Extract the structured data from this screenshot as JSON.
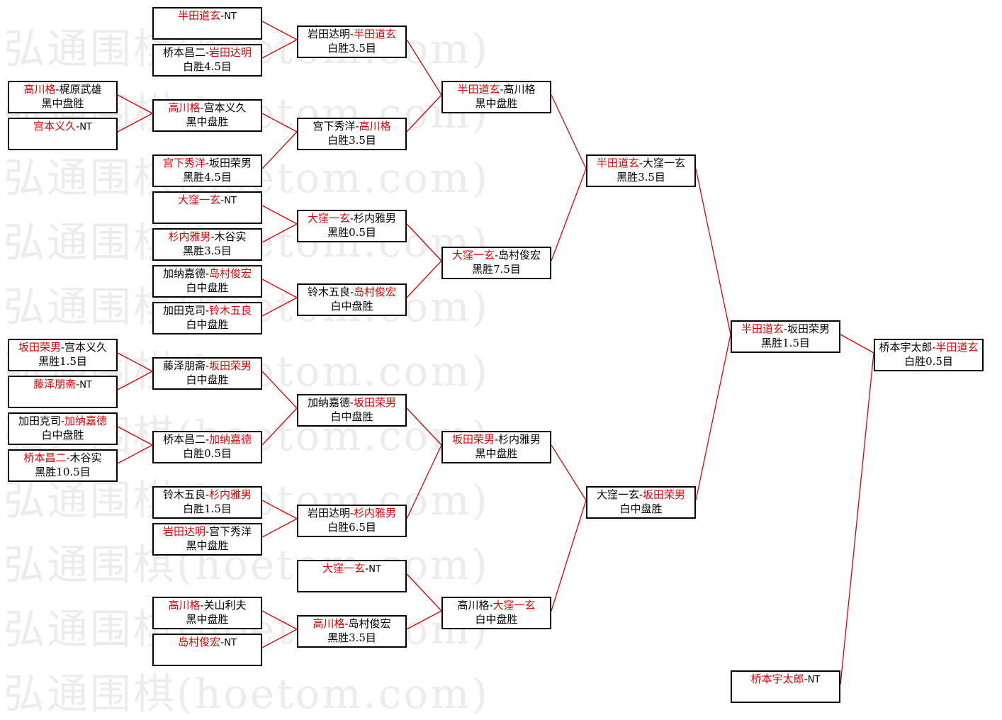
{
  "watermark": "弘通围棋(hoetom.com)",
  "colors": {
    "winner": "#e00000",
    "line": "#e00000",
    "border": "#000000"
  },
  "matches": [
    {
      "id": "r1a",
      "p1": "半田道玄",
      "p2": "NT",
      "w": 1,
      "result": ""
    },
    {
      "id": "r1b",
      "p1": "桥本昌二",
      "p2": "岩田达明",
      "w": 2,
      "result": "白胜4.5目"
    },
    {
      "id": "r0a",
      "p1": "高川格",
      "p2": "梶原武雄",
      "w": 1,
      "result": "黑中盘胜"
    },
    {
      "id": "r0b",
      "p1": "宫本义久",
      "p2": "NT",
      "w": 1,
      "result": ""
    },
    {
      "id": "r1c",
      "p1": "高川格",
      "p2": "宫本义久",
      "w": 1,
      "result": "黑中盘胜"
    },
    {
      "id": "r1d",
      "p1": "宫下秀洋",
      "p2": "坂田荣男",
      "w": 1,
      "result": "黑胜4.5目"
    },
    {
      "id": "r1e",
      "p1": "大窪一玄",
      "p2": "NT",
      "w": 1,
      "result": ""
    },
    {
      "id": "r1f",
      "p1": "杉内雅男",
      "p2": "木谷实",
      "w": 1,
      "result": "黑胜3.5目"
    },
    {
      "id": "r1g",
      "p1": "加纳嘉德",
      "p2": "岛村俊宏",
      "w": 2,
      "result": "白中盘胜"
    },
    {
      "id": "r1h",
      "p1": "加田克司",
      "p2": "铃木五良",
      "w": 2,
      "result": "白中盘胜"
    },
    {
      "id": "r0c",
      "p1": "坂田荣男",
      "p2": "宫本义久",
      "w": 1,
      "result": "黑胜1.5目"
    },
    {
      "id": "r0d",
      "p1": "藤泽朋斋",
      "p2": "NT",
      "w": 1,
      "result": ""
    },
    {
      "id": "r0e",
      "p1": "加田克司",
      "p2": "加纳嘉德",
      "w": 2,
      "result": "白中盘胜"
    },
    {
      "id": "r0f",
      "p1": "桥本昌二",
      "p2": "木谷实",
      "w": 1,
      "result": "黑胜10.5目"
    },
    {
      "id": "r1i",
      "p1": "藤泽朋斋",
      "p2": "坂田荣男",
      "w": 2,
      "result": "白中盘胜"
    },
    {
      "id": "r1j",
      "p1": "桥本昌二",
      "p2": "加纳嘉德",
      "w": 2,
      "result": "白胜0.5目"
    },
    {
      "id": "r1k",
      "p1": "铃木五良",
      "p2": "杉内雅男",
      "w": 2,
      "result": "白胜1.5目"
    },
    {
      "id": "r1l",
      "p1": "岩田达明",
      "p2": "宫下秀洋",
      "w": 1,
      "result": "黑中盘胜"
    },
    {
      "id": "r1m",
      "p1": "高川格",
      "p2": "关山利夫",
      "w": 1,
      "result": "黑中盘胜"
    },
    {
      "id": "r1n",
      "p1": "岛村俊宏",
      "p2": "NT",
      "w": 1,
      "result": ""
    },
    {
      "id": "r2a",
      "p1": "岩田达明",
      "p2": "半田道玄",
      "w": 2,
      "result": "白胜3.5目"
    },
    {
      "id": "r2b",
      "p1": "宫下秀洋",
      "p2": "高川格",
      "w": 2,
      "result": "白胜3.5目"
    },
    {
      "id": "r2c",
      "p1": "大窪一玄",
      "p2": "杉内雅男",
      "w": 1,
      "result": "黑胜0.5目"
    },
    {
      "id": "r2d",
      "p1": "铃木五良",
      "p2": "岛村俊宏",
      "w": 2,
      "result": "白中盘胜"
    },
    {
      "id": "r2e",
      "p1": "加纳嘉德",
      "p2": "坂田荣男",
      "w": 2,
      "result": "白中盘胜"
    },
    {
      "id": "r2f",
      "p1": "岩田达明",
      "p2": "杉内雅男",
      "w": 2,
      "result": "白胜6.5目"
    },
    {
      "id": "r2g",
      "p1": "大窪一玄",
      "p2": "NT",
      "w": 1,
      "result": ""
    },
    {
      "id": "r2h",
      "p1": "高川格",
      "p2": "岛村俊宏",
      "w": 1,
      "result": "黑胜3.5目"
    },
    {
      "id": "r3a",
      "p1": "半田道玄",
      "p2": "高川格",
      "w": 1,
      "result": "黑中盘胜"
    },
    {
      "id": "r3b",
      "p1": "大窪一玄",
      "p2": "岛村俊宏",
      "w": 1,
      "result": "黑胜7.5目"
    },
    {
      "id": "r3c",
      "p1": "坂田荣男",
      "p2": "杉内雅男",
      "w": 1,
      "result": "黑中盘胜"
    },
    {
      "id": "r3d",
      "p1": "高川格",
      "p2": "大窪一玄",
      "w": 2,
      "result": "白中盘胜"
    },
    {
      "id": "r4a",
      "p1": "半田道玄",
      "p2": "大窪一玄",
      "w": 1,
      "result": "黑胜3.5目"
    },
    {
      "id": "r4b",
      "p1": "大窪一玄",
      "p2": "坂田荣男",
      "w": 2,
      "result": "白中盘胜"
    },
    {
      "id": "r5a",
      "p1": "半田道玄",
      "p2": "坂田荣男",
      "w": 1,
      "result": "黑胜1.5目"
    },
    {
      "id": "r5b",
      "p1": "桥本宇太郎",
      "p2": "NT",
      "w": 1,
      "result": ""
    },
    {
      "id": "r6a",
      "p1": "桥本宇太郎",
      "p2": "半田道玄",
      "w": 2,
      "result": "白胜0.5目"
    }
  ]
}
